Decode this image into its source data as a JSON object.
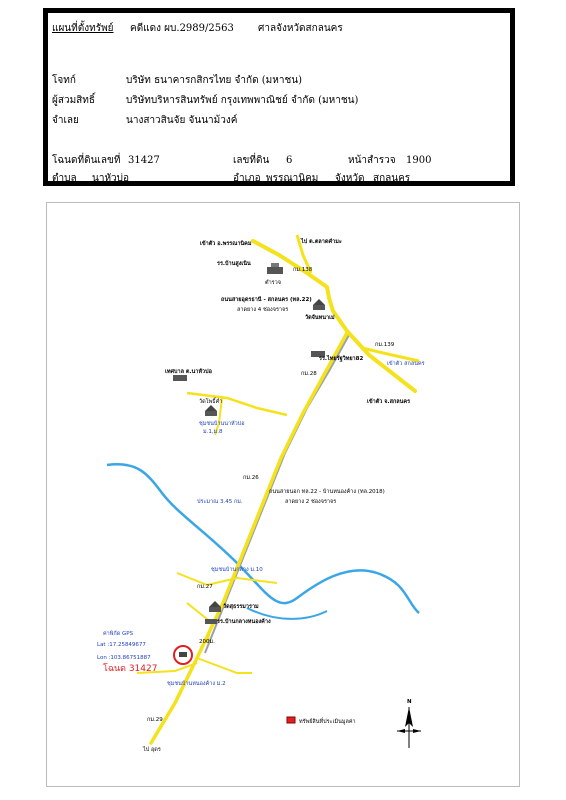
{
  "header": {
    "title": "แผนที่ตั้งทรัพย์",
    "case_number": "คดีแดง ผบ.2989/2563",
    "court": "ศาลจังหวัดสกลนคร",
    "plaintiff_label": "โจทก์",
    "plaintiff": "บริษัท ธนาคารกสิกรไทย จำกัด (มหาชน)",
    "assignee_label": "ผู้สวมสิทธิ์",
    "assignee": "บริษัทบริหารสินทรัพย์ กรุงเทพพาณิชย์ จำกัด (มหาชน)",
    "defendant_label": "จำเลย",
    "defendant": "นางสาวสินจัย  จันนาม้วงค์",
    "deed_label": "โฉนดที่ดินเลขที่",
    "deed_no": "31427",
    "land_no_label": "เลขที่ดิน",
    "land_no": "6",
    "survey_page_label": "หน้าสำรวจ",
    "survey_page": "1900",
    "subdistrict_label": "ตำบล",
    "subdistrict": "นาหัวบ่อ",
    "district_label": "อำเภอ",
    "district": "พรรณานิคม",
    "province_label": "จังหวัด",
    "province": "สกลนคร"
  },
  "map": {
    "colors": {
      "road": "#f4e21c",
      "river": "#3aa6e8",
      "gray_road": "#9aa0a6",
      "marker": "#e02020"
    },
    "labels": {
      "to_phanna": "เข้าตัว อ.พรรณานิคม",
      "to_market": "ไป ต.ตลาดคำมะ",
      "school_bansung": "รร.บ้านสูงเนิน",
      "police": "ตำรวจ",
      "km138": "กม.138",
      "highway22": "ถนนสายอุดรธานี - สกลนคร (ทล.22)",
      "asphalt4": "ลาดยาง 4 ช่องจราจร",
      "temp_suan": "วัดจันทนาเม่",
      "km139": "กม.139",
      "to_sakon_side": "เข้าตัว สกลนคร",
      "to_sakon": "เข้าตัว จ.สกลนคร",
      "km28": "กม.28",
      "school_thai": "รร.ไทยรัฐวิทยา82",
      "tessaban": "เทศบาล ต.นาหัวบ่อ",
      "temple_pho": "วัดโพธิ์คำ",
      "village_nahuabo": "ชุมชนบ้านนาหัวบ่อ",
      "moo": "ม.1,ม.8",
      "km26": "กม.26",
      "about_345": "ประมาณ 3.45 กม.",
      "road_2018": "ถนนสายนอก ทล.22 - บ้านหนองค้าง (ทล.2018)",
      "asphalt2": "ลาดยาง 2 ช่องจราจร",
      "village_klang": "ชุมชนบ้านกลาง ม.10",
      "km27": "กม.27",
      "temple_rat": "วัดสุธรรมาราม",
      "school_klang": "รร.บ้านกลางหนองค้าง",
      "gps_label": "ค่าพิกัด GPS",
      "lat": "Lat :17.25849677",
      "lon": "Lon :103.86751887",
      "deed_marker": "โฉนด 31427",
      "to_chang": "200ม.",
      "village_kham": "ชุมชนบ้านหนองค้าง ม.2",
      "km29": "กม.29",
      "to_bottom": "ไป อุดร",
      "legend_text": "ทรัพย์สินที่ประเมินมูลค่า",
      "north": "N"
    }
  }
}
